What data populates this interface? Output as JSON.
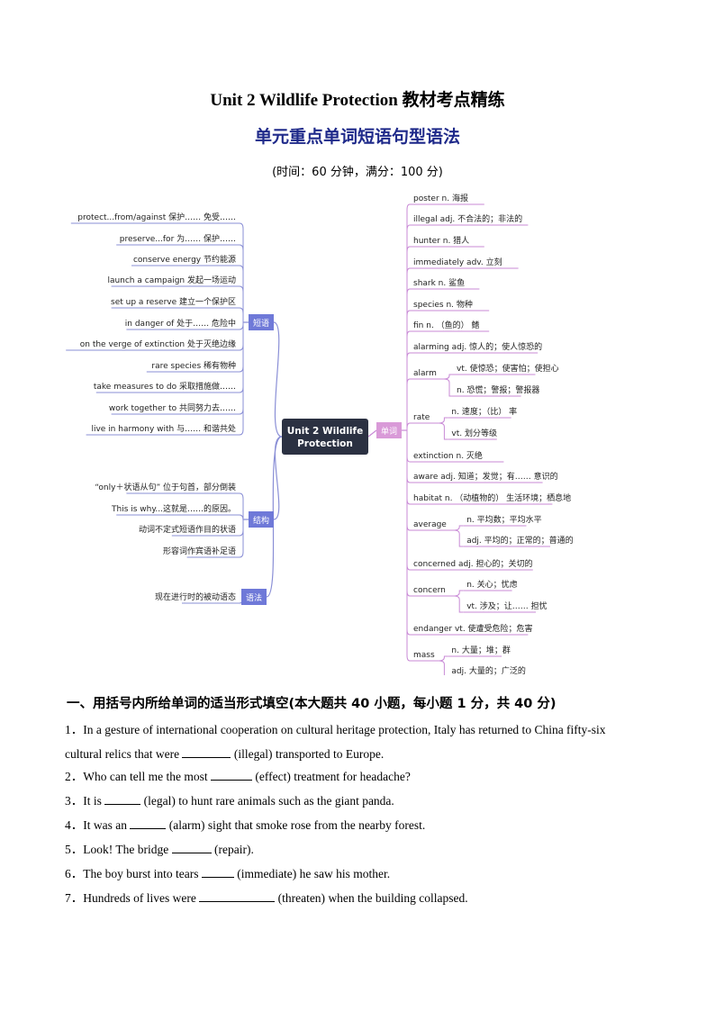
{
  "header": {
    "title": "Unit 2 Wildlife  Protection  教材考点精练",
    "subtitle": "单元重点单词短语句型语法",
    "time_info": "(时间：60 分钟，满分：100 分)"
  },
  "mindmap": {
    "center": [
      "Unit 2 Wildlife",
      "Protection"
    ],
    "branches": {
      "phrases": {
        "label": "短语",
        "items": [
          "protect...from/against 保护…… 免受……",
          "preserve...for 为…… 保护……",
          "conserve energy 节约能源",
          "launch a campaign 发起一场运动",
          "set up a reserve 建立一个保护区",
          "in danger of 处于…… 危险中",
          "on the verge of extinction 处于灭绝边缘",
          "rare species 稀有物种",
          "take measures to do 采取措施做……",
          "work together to 共同努力去……",
          "live in harmony with 与…… 和谐共处"
        ]
      },
      "structures": {
        "label": "结构",
        "items": [
          "“only＋状语从句” 位于句首，部分倒装",
          "This is why...这就是……的原因。",
          "动词不定式短语作目的状语",
          "形容词作宾语补足语"
        ]
      },
      "grammar": {
        "label": "语法",
        "items": [
          "现在进行时的被动语态"
        ]
      },
      "words": {
        "label": "单词",
        "items": [
          {
            "text": "poster n. 海报"
          },
          {
            "text": "illegal adj. 不合法的；非法的"
          },
          {
            "text": "hunter n. 猎人"
          },
          {
            "text": "immediately adv. 立刻"
          },
          {
            "text": "shark n. 鲨鱼"
          },
          {
            "text": "species n. 物种"
          },
          {
            "text": "fin n. （鱼的） 鳍"
          },
          {
            "text": "alarming adj. 惊人的；使人惊恐的"
          },
          {
            "text": "alarm",
            "subs": [
              "vt. 使惊恐；使害怕；使担心",
              "n. 恐慌；警报；警报器"
            ]
          },
          {
            "text": "rate",
            "subs": [
              "n. 速度；（比） 率",
              "vt. 划分等级"
            ]
          },
          {
            "text": "extinction n. 灭绝"
          },
          {
            "text": "aware adj. 知道；发觉；有…… 意识的"
          },
          {
            "text": "habitat n. （动植物的） 生活环境；栖息地"
          },
          {
            "text": "average",
            "subs": [
              "n. 平均数；平均水平",
              "adj. 平均的；正常的；普通的"
            ]
          },
          {
            "text": "concerned adj. 担心的；关切的"
          },
          {
            "text": "concern",
            "subs": [
              "n. 关心；忧虑",
              "vt. 涉及；让…… 担忧"
            ]
          },
          {
            "text": "endanger vt. 使遭受危险；危害"
          },
          {
            "text": "mass",
            "subs": [
              "n. 大量；堆；群",
              "adj. 大量的；广泛的"
            ]
          }
        ]
      }
    },
    "colors": {
      "left_branch": "#8a8fd6",
      "right_branch": "#c98ad6",
      "center_bg": "#2b3142",
      "phrase_tag_bg": "#6f79d8",
      "word_tag_bg": "#d99ad8"
    }
  },
  "exercise": {
    "heading": "一、用括号内所给单词的适当形式填空(本大题共 40 小题，每小题 1 分，共 40 分)",
    "questions": [
      {
        "n": "1．",
        "before": "In a gesture of international  cooperation on cultural heritage protection, Italy has returned to China fifty-six",
        "line2_before": "cultural relics that were",
        "hint": "(illegal)",
        "after": "transported to Europe."
      },
      {
        "n": "2．",
        "before": "Who can tell  me the most",
        "hint": "(effect)",
        "after": "treatment for headache?"
      },
      {
        "n": "3．",
        "before": "It is",
        "hint": "(legal)",
        "after": "to hunt rare animals  such as the giant  panda."
      },
      {
        "n": "4．",
        "before": "It was an",
        "hint": "(alarm)",
        "after": "sight that smoke rose from the nearby forest."
      },
      {
        "n": "5．",
        "before": "Look!  The bridge",
        "hint": "(repair).",
        "after": ""
      },
      {
        "n": "6．",
        "before": "The boy burst into tears",
        "hint": "(immediate)",
        "after": "he saw his mother."
      },
      {
        "n": "7．",
        "before": "Hundreds of lives  were",
        "hint": "(threaten)",
        "after": "when the building  collapsed."
      }
    ]
  }
}
